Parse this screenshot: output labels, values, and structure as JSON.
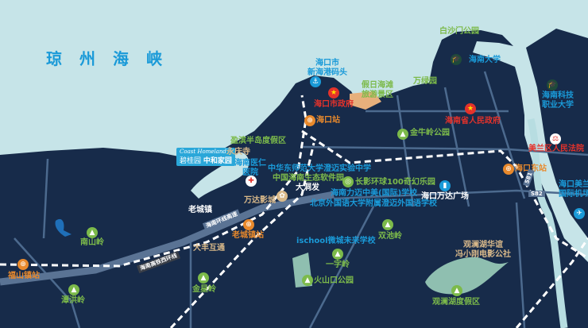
{
  "sea_name": "琼州海峡",
  "project": {
    "en": "Coast Homeland",
    "sub": "碧桂园",
    "name": "中和家园"
  },
  "landmarks": {
    "haikou_port": "海口市\n新海港码头",
    "haikou_gov": "海口市政府",
    "holiday_beach": "假日海滩\n旅游景区",
    "wanlu_park": "万绿园",
    "baishamen_park": "白沙门公园",
    "hainan_univ": "海南大学",
    "hainan_tech": "海南科技\n职业大学",
    "province_gov": "海南省人民政府",
    "meilan_court": "美兰区人民法院",
    "haikou_station": "海口站",
    "jinniuling_park": "金牛岭公园",
    "yingbin_resort": "盈滨半岛度假区",
    "yongqing_temple": "永庆寺",
    "hospital": "海南医仁\n医院",
    "ecnu_school": "中华东师范大学澄迈实验中学",
    "eco_park": "中国海南生态软件园",
    "dadong_fa": "大洞发",
    "changying": "长影环球100奇幻乐园",
    "lmzm_school": "海南力迈中美(国际)学校",
    "bfsu_school": "北京外国语大学附属澄迈外国语学校",
    "wanda_cinema": "万达影城",
    "laocheng": "老城镇",
    "laocheng_station": "老城镇站",
    "dafeng": "大丰互通",
    "haikou_east": "海口东站",
    "wanda_plaza": "海口万达广场",
    "meilan_airport": "海口美兰\n国际机场",
    "shuangchiling": "双池岭",
    "ischool": "ischool微城未来学校",
    "yiziling": "一字岭",
    "volcano_park": "火山口公园",
    "film_town": "观澜湖华谊\n冯小刚电影公社",
    "mission_hills": "观澜湖度假区",
    "nanshanling": "南山岭",
    "fushan_station": "福山镇站",
    "tanhongling": "潭洪岭",
    "jinxingling": "金星岭"
  },
  "roads": {
    "ring_expressway": "海南环线高速",
    "west_rail": "海南高铁西环线",
    "s81": "S81",
    "s82": "S82"
  }
}
